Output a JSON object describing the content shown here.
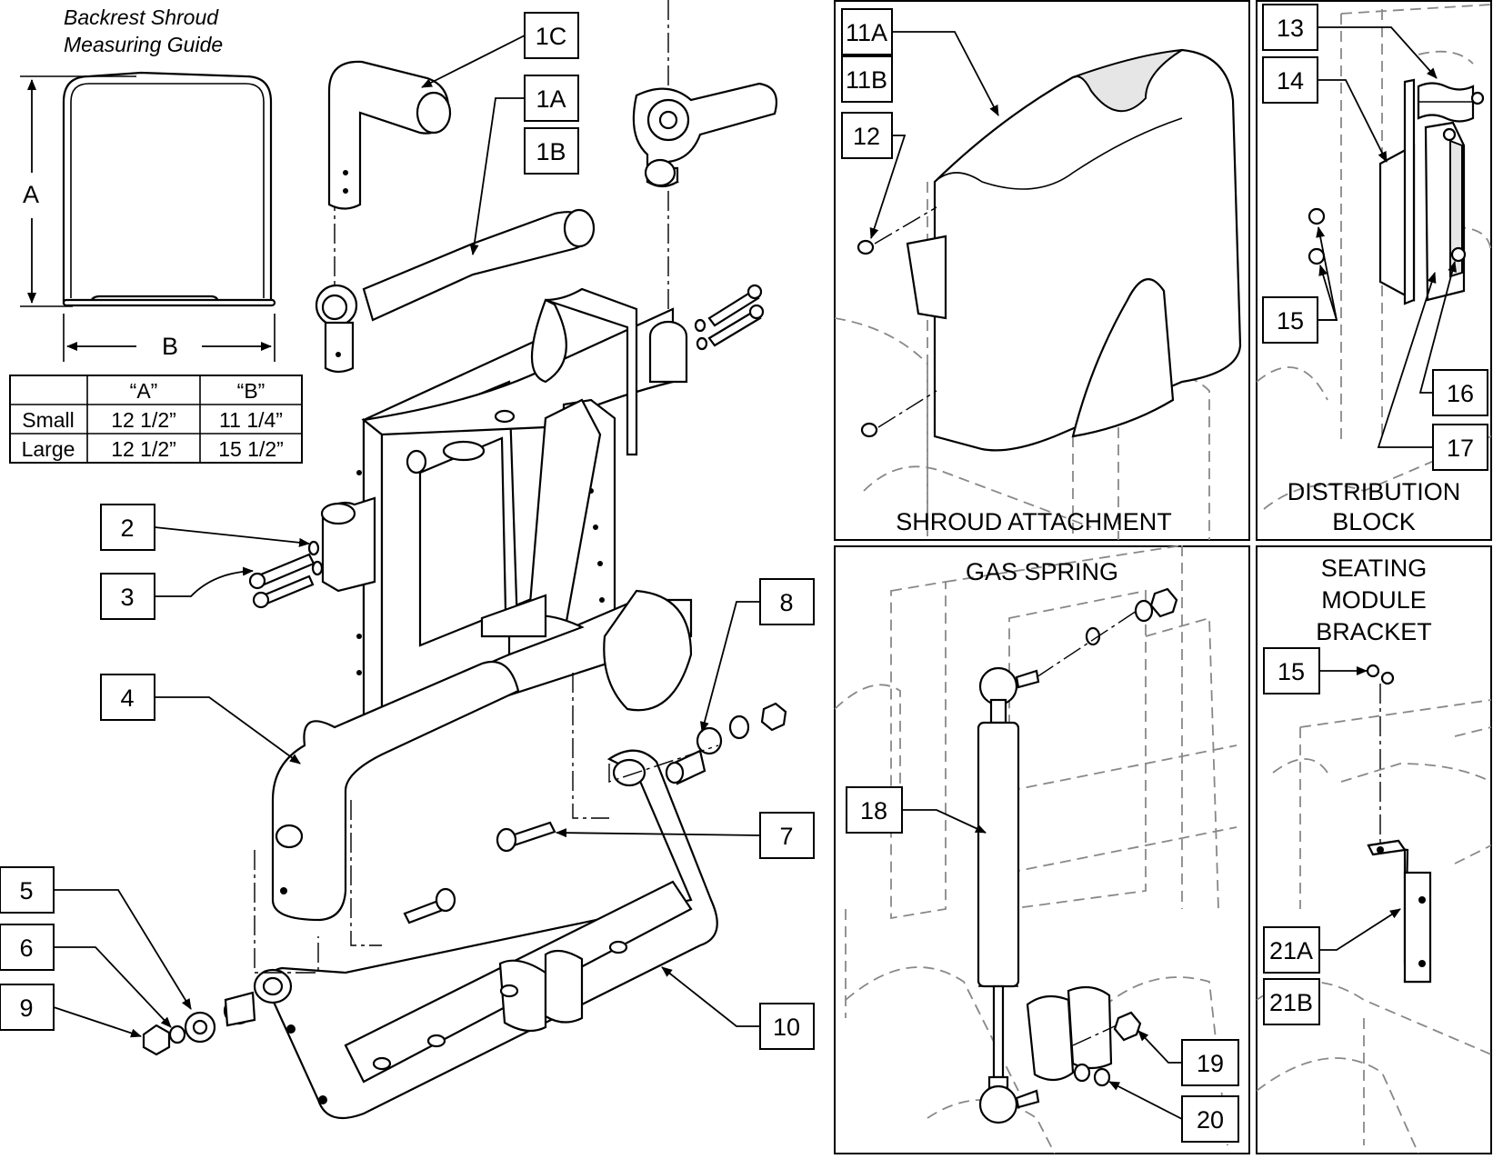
{
  "guide": {
    "title_line1": "Backrest Shroud",
    "title_line2": "Measuring Guide",
    "dim_a": "A",
    "dim_b": "B"
  },
  "size_table": {
    "header": [
      "",
      "“A”",
      "“B”"
    ],
    "rows": [
      [
        "Small",
        "12 1/2”",
        "11 1/4”"
      ],
      [
        "Large",
        "12 1/2”",
        "15 1/2”"
      ]
    ]
  },
  "callouts": {
    "c1C": "1C",
    "c1A": "1A",
    "c1B": "1B",
    "c2": "2",
    "c3": "3",
    "c4": "4",
    "c5": "5",
    "c6": "6",
    "c7": "7",
    "c8": "8",
    "c9": "9",
    "c10": "10",
    "c11A": "11A",
    "c11B": "11B",
    "c12": "12",
    "c13": "13",
    "c14": "14",
    "c15a": "15",
    "c16": "16",
    "c17": "17",
    "c18": "18",
    "c19": "19",
    "c20": "20",
    "c15b": "15",
    "c21A": "21A",
    "c21B": "21B"
  },
  "panels": {
    "shroud": "SHROUD ATTACHMENT",
    "distribution_line1": "DISTRIBUTION",
    "distribution_line2": "BLOCK",
    "gas_spring": "GAS SPRING",
    "seating_line1": "SEATING",
    "seating_line2": "MODULE",
    "seating_line3": "BRACKET"
  }
}
